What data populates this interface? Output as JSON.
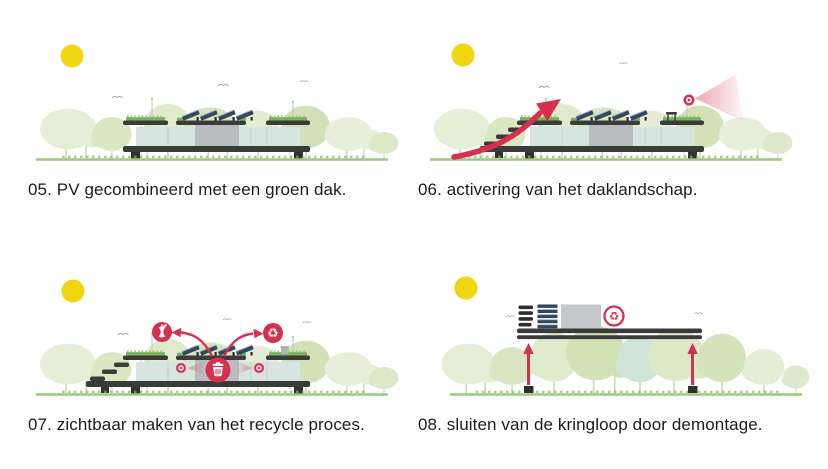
{
  "colors": {
    "background": "#ffffff",
    "caption_text": "#1c1c1c",
    "accent_red": "#d6304f",
    "view_cone_red": "rgba(214,48,79,0.35)",
    "sun_yellow": "#f2d511",
    "structure_black": "#3b3b3b",
    "glass_green": "#d6e5e0",
    "concrete_gray": "#babdbf",
    "pv_panel_blue": "#35465f",
    "green_roof_green": "#7cb25c",
    "grass_green": "#9ec87d",
    "tree_greens": [
      "#e7eed8",
      "#dbe7c3",
      "#e0ebcd",
      "#d7e5bf",
      "#d2e1b8",
      "#cfe3d6",
      "#e8eed9"
    ]
  },
  "icons": {
    "recycle_glyph": "♻",
    "names": [
      "sun-icon",
      "eye-icon",
      "view-cone",
      "recycle-icon",
      "organic-waste-icon",
      "trash-bin-icon",
      "up-arrow-icon",
      "curved-arrow-icon",
      "stairs",
      "solar-panels",
      "green-roof",
      "bird-icon"
    ]
  },
  "panels": [
    {
      "number": "05",
      "caption": "05. PV gecombineerd met een groen dak."
    },
    {
      "number": "06",
      "caption": "06. activering van het daklandschap."
    },
    {
      "number": "07",
      "caption": "07. zichtbaar maken van het recycle proces."
    },
    {
      "number": "08",
      "caption": "08. sluiten van de kringloop door demontage."
    }
  ]
}
